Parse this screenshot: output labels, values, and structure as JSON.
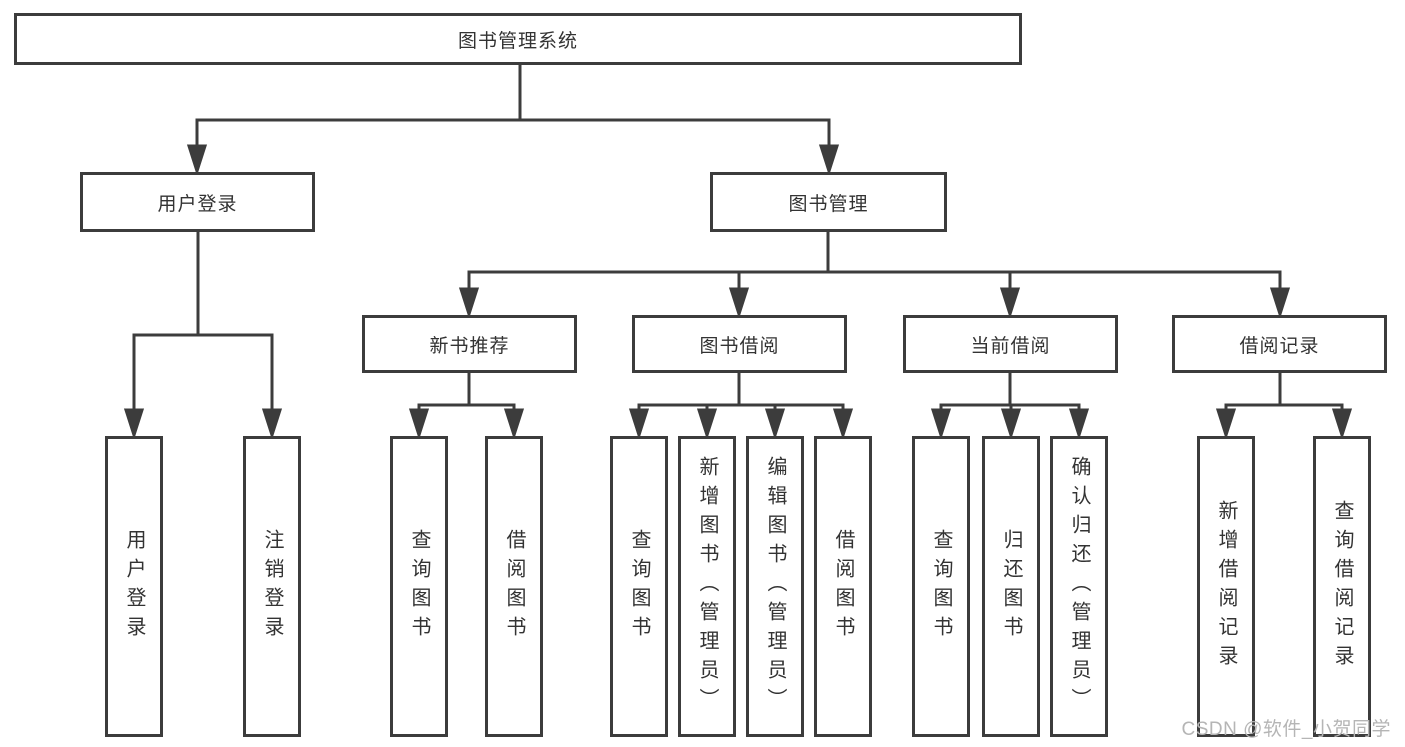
{
  "diagram": {
    "root": {
      "label": "图书管理系统"
    },
    "level2": [
      {
        "label": "用户登录"
      },
      {
        "label": "图书管理"
      }
    ],
    "level3": [
      {
        "label": "新书推荐"
      },
      {
        "label": "图书借阅"
      },
      {
        "label": "当前借阅"
      },
      {
        "label": "借阅记录"
      }
    ],
    "leaves": [
      {
        "label": "用户登录"
      },
      {
        "label": "注销登录"
      },
      {
        "label": "查询图书"
      },
      {
        "label": "借阅图书"
      },
      {
        "label": "查询图书"
      },
      {
        "label": "新增图书（管理员）"
      },
      {
        "label": "编辑图书（管理员）"
      },
      {
        "label": "借阅图书"
      },
      {
        "label": "查询图书"
      },
      {
        "label": "归还图书"
      },
      {
        "label": "确认归还（管理员）"
      },
      {
        "label": "新增借阅记录"
      },
      {
        "label": "查询借阅记录"
      }
    ],
    "watermark": "CSDN @软件_小贺同学",
    "colors": {
      "line": "#3c3c3c",
      "text": "#333333",
      "watermark": "#b5b5b5"
    }
  }
}
